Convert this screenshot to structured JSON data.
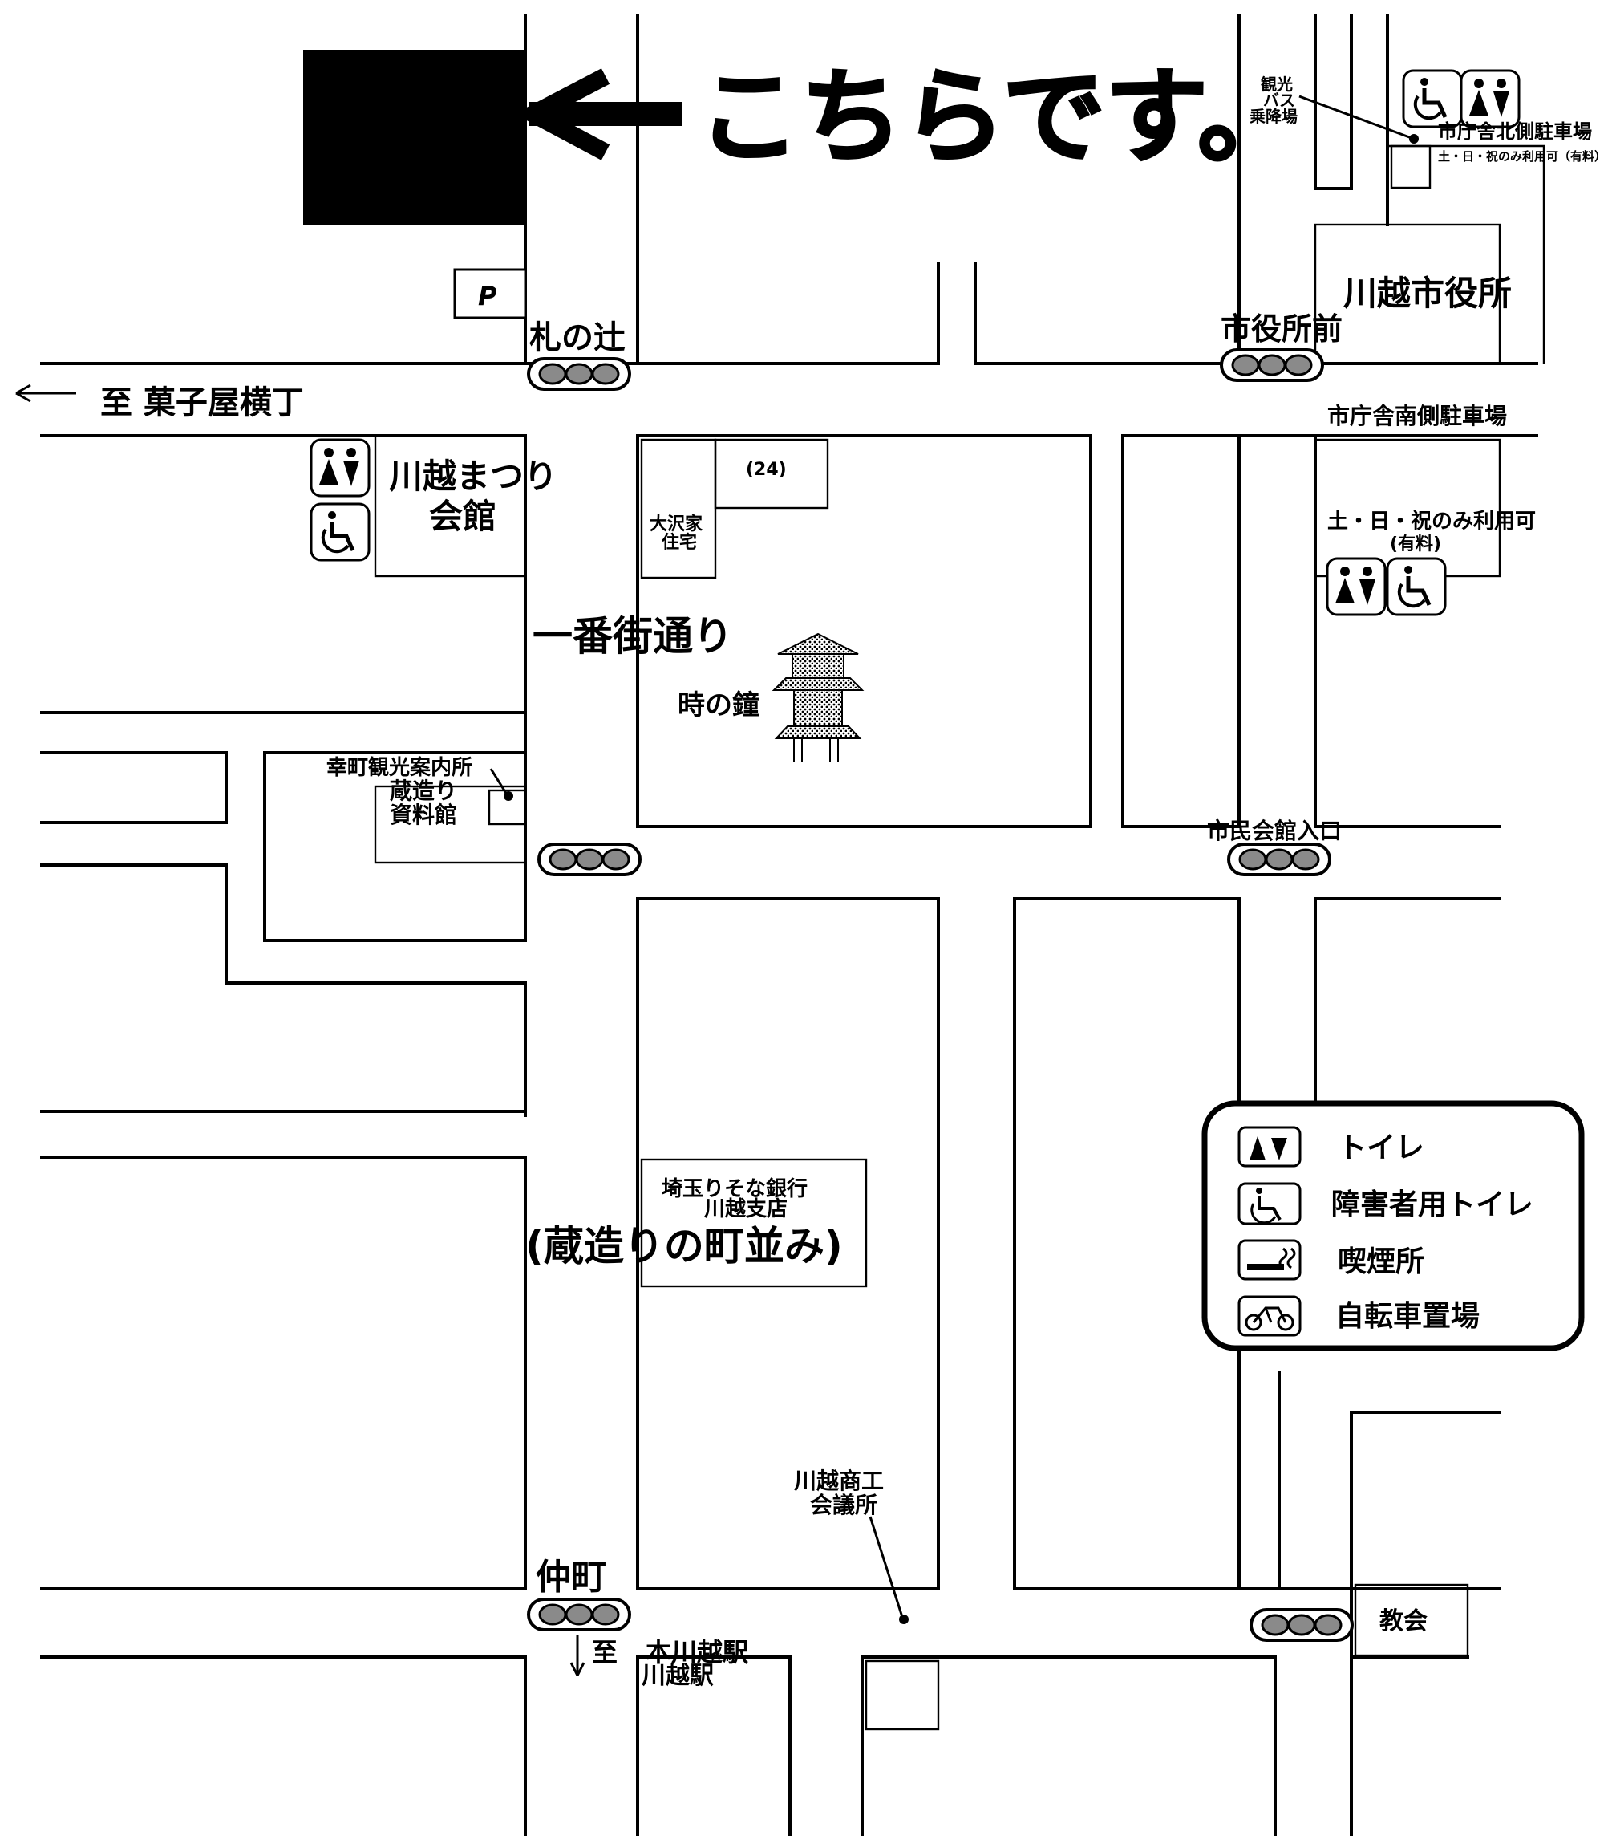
{
  "marker": {
    "text": "こちらです。",
    "color": "#e8141c"
  },
  "parking_label": "P",
  "intersections": {
    "fudanotsuji": "札の辻",
    "shiyakushomae": "市役所前",
    "nakacho": "仲町",
    "shiminkaikan": "市民会館入口"
  },
  "directions": {
    "kashiya": "至 菓子屋横丁",
    "station_to": "至",
    "station_1": "本川越駅",
    "station_2": "川越駅"
  },
  "streets": {
    "ichibangai": "一番街通り",
    "kurazukuri": "(蔵造りの町並み)"
  },
  "places": {
    "city_hall": "川越市役所",
    "matsuri_kaikan_1": "川越まつり",
    "matsuri_kaikan_2": "会館",
    "toki_no_kane": "時の鐘",
    "osawa_1": "大沢家",
    "osawa_2": "住宅",
    "shop_mark": "(24)",
    "saimachi_info": "幸町観光案内所",
    "kurazukuri_museum_1": "蔵造り",
    "kurazukuri_museum_2": "資料館",
    "resona_1": "埼玉りそな銀行",
    "resona_2": "川越支店",
    "chamber_1": "川越商工",
    "chamber_2": "会議所",
    "church": "教会",
    "bus_1": "観光",
    "bus_2": "バス",
    "bus_3": "乗降場",
    "north_parking": "市庁舎北側駐車場",
    "north_parking_note": "土・日・祝のみ利用可（有料）",
    "south_parking": "市庁舎南側駐車場",
    "south_parking_note_1": "土・日・祝のみ利用可",
    "south_parking_note_2": "(有料)"
  },
  "legend": {
    "items": [
      {
        "icon": "toilet-icon",
        "label": "トイレ"
      },
      {
        "icon": "accessible-toilet-icon",
        "label": "障害者用トイレ"
      },
      {
        "icon": "smoking-area-icon",
        "label": "喫煙所"
      },
      {
        "icon": "bicycle-parking-icon",
        "label": "自転車置場"
      }
    ]
  }
}
